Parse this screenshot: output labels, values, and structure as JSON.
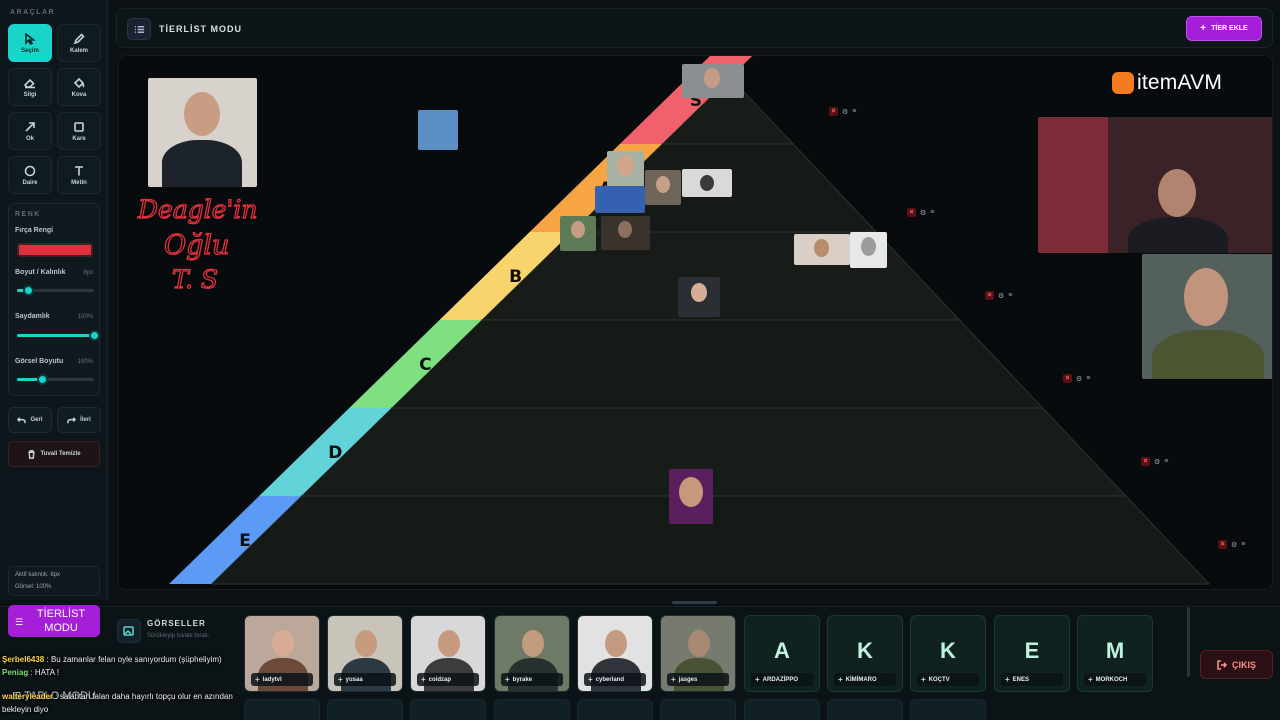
{
  "toolbar": {
    "section_title": "ARAÇLAR",
    "tools": [
      {
        "label": "Seçim",
        "icon": "cursor-icon"
      },
      {
        "label": "Kalem",
        "icon": "pen-icon"
      },
      {
        "label": "Silgi",
        "icon": "eraser-icon"
      },
      {
        "label": "Kova",
        "icon": "bucket-icon"
      },
      {
        "label": "Ok",
        "icon": "arrow-icon"
      },
      {
        "label": "Kare",
        "icon": "square-icon"
      },
      {
        "label": "Daire",
        "icon": "circle-icon"
      },
      {
        "label": "Metin",
        "icon": "text-icon"
      }
    ],
    "color_section": "RENK",
    "brush_color_label": "Fırça Rengi",
    "brush_color": "#e0303b",
    "size_label": "Boyut / Kalınlık",
    "size_value": "8px",
    "size_fraction": 0.14,
    "opacity_label": "Saydamlık",
    "opacity_value": "100%",
    "opacity_fraction": 1.0,
    "image_size_label": "Görsel Boyutu",
    "image_size_value": "100%",
    "image_size_fraction": 0.33,
    "undo_label": "Geri",
    "redo_label": "İleri",
    "clear_label": "Tuvali Temizle",
    "info_line1": "Aktif kalınlık: 8px",
    "info_line2": "Görsel: 100%"
  },
  "header": {
    "title": "TİERLİST MODU",
    "add_tier_label": "TİER EKLE"
  },
  "tiers": [
    "S",
    "A",
    "B",
    "C",
    "D",
    "E"
  ],
  "tier_colors": [
    "#f0616b",
    "#f7a544",
    "#f9d36b",
    "#7ee081",
    "#62d4d9",
    "#5b9bf5"
  ],
  "annotation": {
    "line1": "Deagle'in",
    "line2": "Oğlu",
    "line3": "T. S",
    "color": "#e0303b"
  },
  "logo_text": "itemAVM",
  "gallery": {
    "title": "GÖRSELLER",
    "subtitle": "Sürükleyip tuvale bırak.",
    "photo_cards": [
      {
        "label": "ladytvl"
      },
      {
        "label": "yusaa"
      },
      {
        "label": "coidzap"
      },
      {
        "label": "byrake"
      },
      {
        "label": "cyberland"
      },
      {
        "label": "jasges"
      }
    ],
    "letter_cards": [
      {
        "letter": "A",
        "label": "ARDAZİPPO"
      },
      {
        "letter": "K",
        "label": "KİMİMARO"
      },
      {
        "letter": "K",
        "label": "KOÇTV"
      },
      {
        "letter": "E",
        "label": "ENES"
      },
      {
        "letter": "M",
        "label": "MORKOCH"
      }
    ]
  },
  "exit_label": "ÇIKIŞ",
  "modes": {
    "tierlist": "TİERLİST MODU",
    "board": "TABLO MODU"
  },
  "chat": [
    {
      "user": "Şerbel6438",
      "text": "Bu zamanlar felan oyle sanıyordum (şüpheliyim)"
    },
    {
      "user": "Peniag",
      "text": "HATA !"
    },
    {
      "user": "walteryleader",
      "text": "salahtan falan daha hayırlı topçu olur en azından bekleyin diyo"
    }
  ]
}
